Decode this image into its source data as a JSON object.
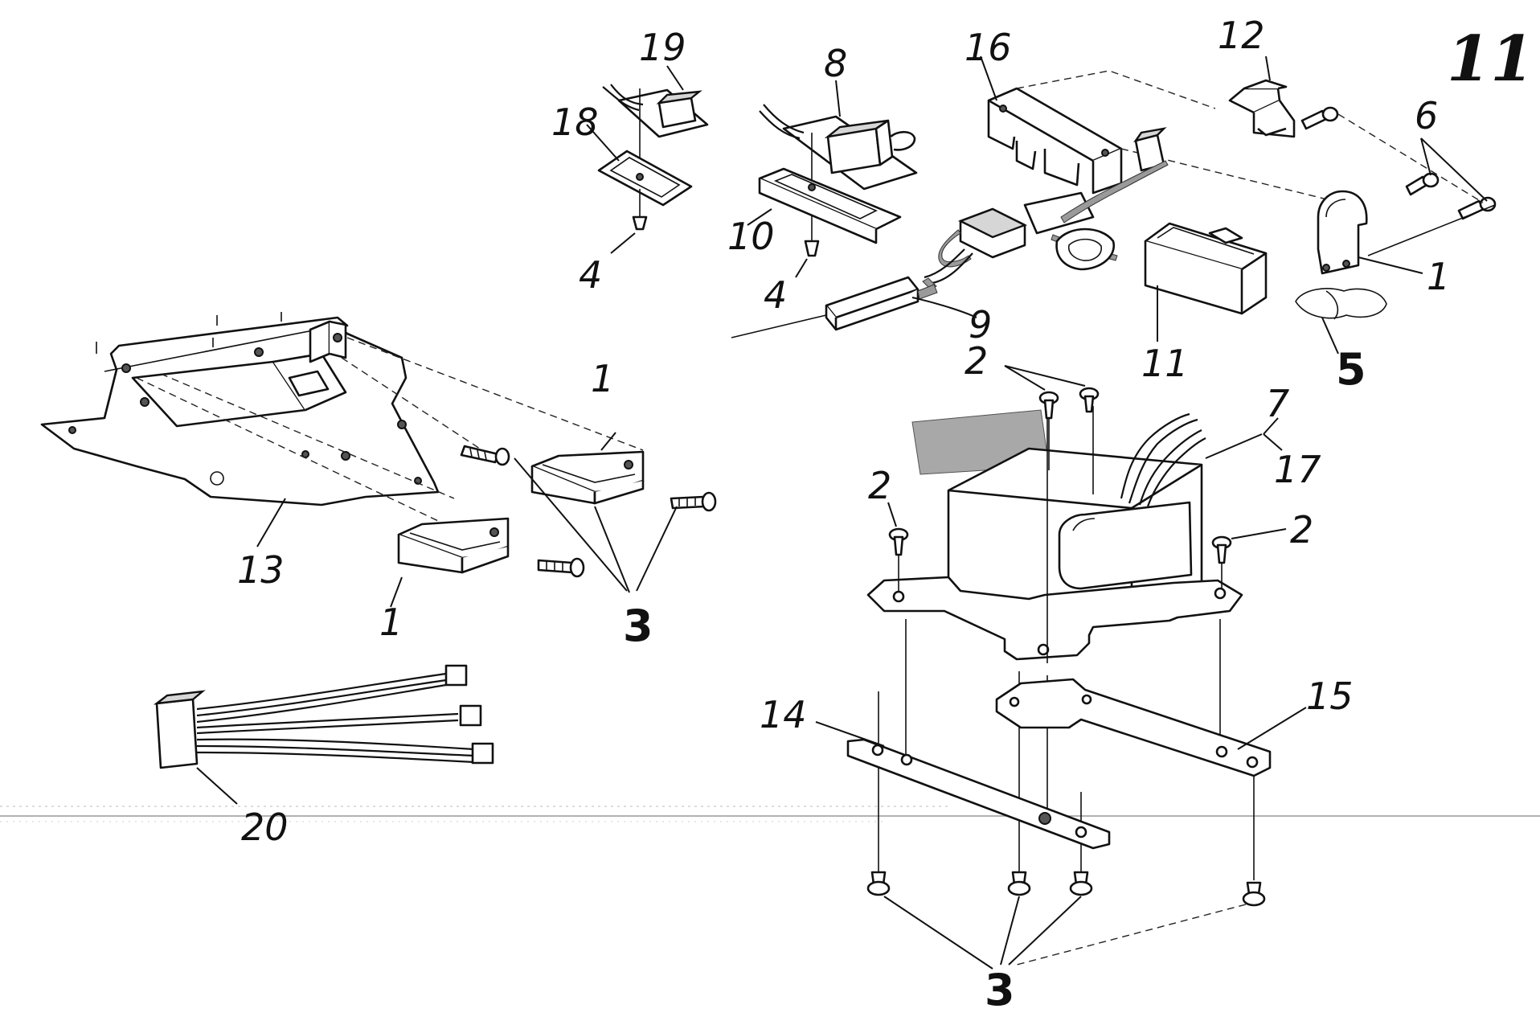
{
  "diagram": {
    "figure_number": "11",
    "callouts": {
      "c1_cap": "1",
      "c1_bracket_upper": "1",
      "c1_bracket_lower": "1",
      "c2_top": "2",
      "c2_left": "2",
      "c2_right": "2",
      "c3_brackets": "3",
      "c3_bottom": "3",
      "c4_left": "4",
      "c4_mid": "4",
      "c5": "5",
      "c6": "6",
      "c7": "7",
      "c8": "8",
      "c9": "9",
      "c10": "10",
      "c11": "11",
      "c12": "12",
      "c13": "13",
      "c14": "14",
      "c15": "15",
      "c16": "16",
      "c17": "17",
      "c18": "18",
      "c19": "19",
      "c20": "20"
    }
  }
}
